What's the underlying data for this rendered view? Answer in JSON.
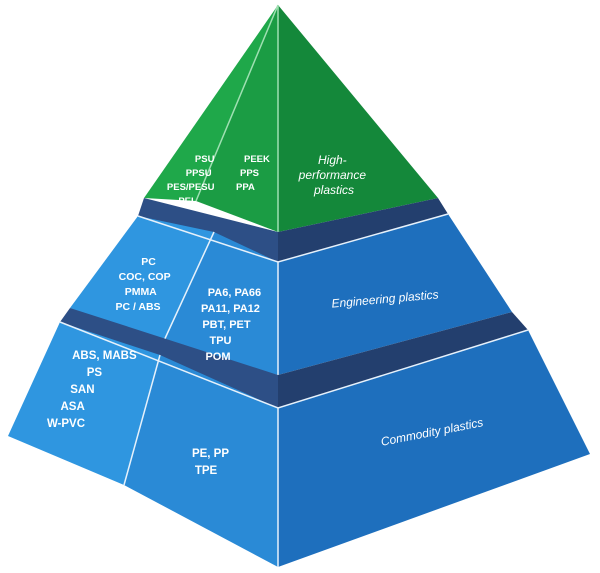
{
  "colors": {
    "green_left": "#1fa84a",
    "green_mid": "#1b9c44",
    "green_right": "#14883a",
    "blue_left": "#2f96e0",
    "blue_mid": "#2a8ad6",
    "blue_right": "#1e6fbd",
    "band": "#2d4f86",
    "edge": "#e6f1fb"
  },
  "tiers": [
    {
      "name": "High-performance plastics",
      "name_lines": [
        "High-",
        "performance",
        "plastics"
      ],
      "groups": [
        [
          "PSU",
          "PPSU",
          "PES/PESU",
          "PEI"
        ],
        [
          "PEEK",
          "PPS",
          "PPA"
        ]
      ]
    },
    {
      "name": "Engineering plastics",
      "name_lines": [
        "Engineering plastics"
      ],
      "groups": [
        [
          "PC",
          "COC, COP",
          "PMMA",
          "PC / ABS"
        ],
        [
          "PA6, PA66",
          "PA11, PA12",
          "PBT, PET",
          "TPU",
          "POM"
        ]
      ]
    },
    {
      "name": "Commodity plastics",
      "name_lines": [
        "Commodity plastics"
      ],
      "groups": [
        [
          "ABS, MABS",
          "PS",
          "SAN",
          "ASA",
          "W-PVC"
        ],
        [
          "PE, PP",
          "TPE"
        ]
      ]
    }
  ]
}
